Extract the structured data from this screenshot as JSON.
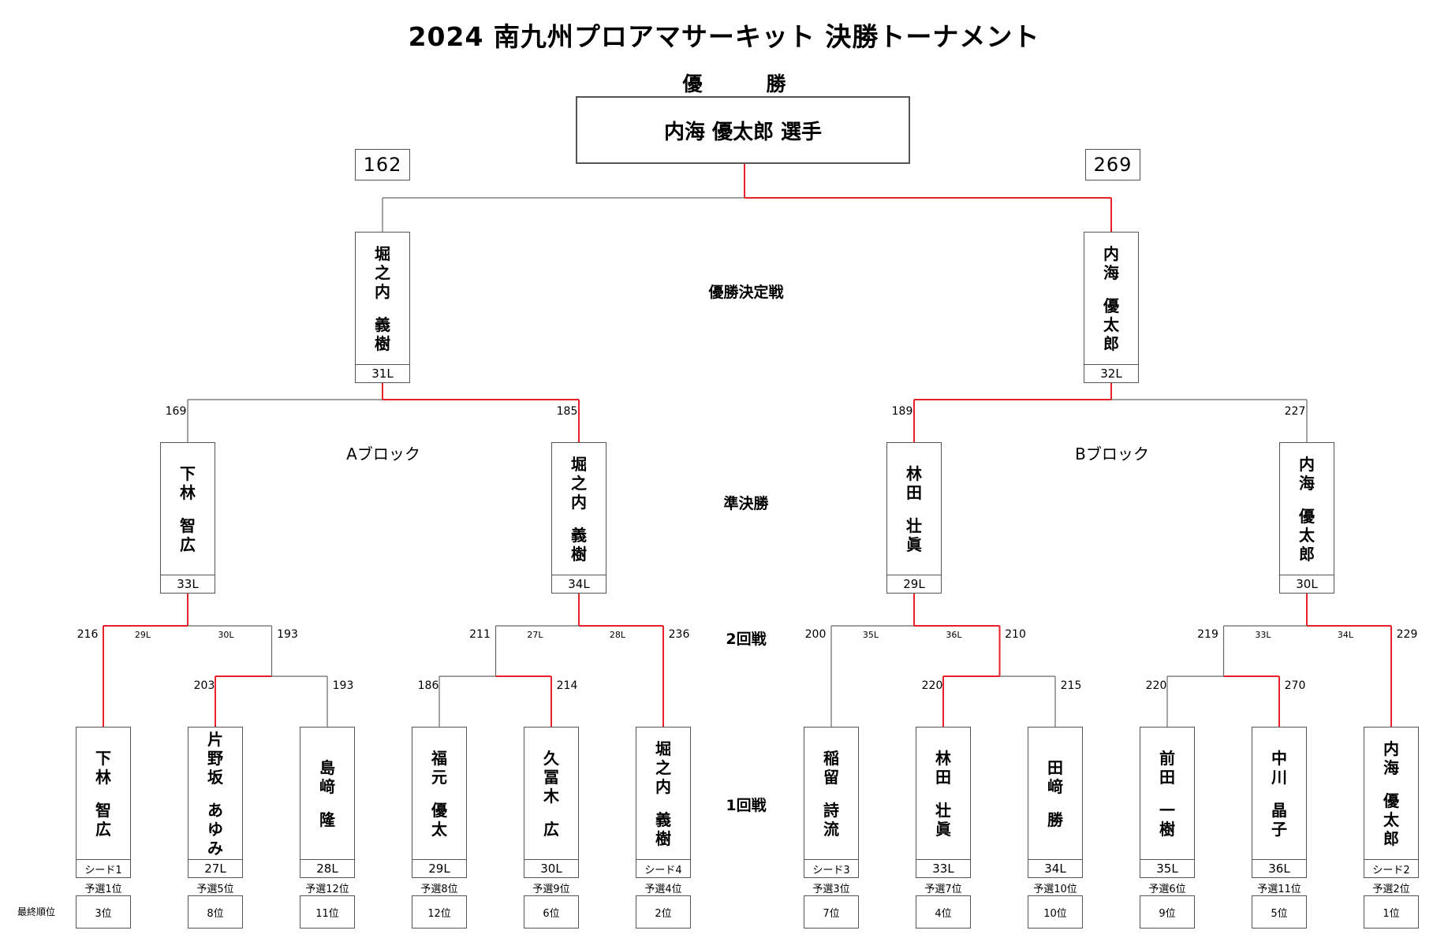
{
  "title": "2024  南九州プロアマサーキット  決勝トーナメント",
  "champion": {
    "label": "優　勝",
    "name": "内海  優太郎 選手",
    "left_score": "162",
    "right_score": "269"
  },
  "rounds": {
    "final": "優勝決定戦",
    "semi": "準決勝",
    "second": "2回戦",
    "first": "1回戦"
  },
  "blocks": {
    "a": "Aブロック",
    "b": "Bブロック"
  },
  "finalists": [
    {
      "name": [
        "堀",
        "之",
        "内",
        "",
        "義",
        "樹"
      ],
      "lane": "31L"
    },
    {
      "name": [
        "内",
        "海",
        "",
        "優",
        "太",
        "郎"
      ],
      "lane": "32L"
    }
  ],
  "semifinalists": [
    {
      "name": [
        "下",
        "林",
        "",
        "智",
        "広"
      ],
      "lane": "33L",
      "score": "169"
    },
    {
      "name": [
        "堀",
        "之",
        "内",
        "",
        "義",
        "樹"
      ],
      "lane": "34L",
      "score": "185"
    },
    {
      "name": [
        "林",
        "田",
        "",
        "壮",
        "眞"
      ],
      "lane": "29L",
      "score": "189"
    },
    {
      "name": [
        "内",
        "海",
        "",
        "優",
        "太",
        "郎"
      ],
      "lane": "30L",
      "score": "227"
    }
  ],
  "second_round": [
    {
      "lane_left": "29L",
      "lane_right": "30L",
      "score_left": "216",
      "score_right": "193"
    },
    {
      "lane_left": "27L",
      "lane_right": "28L",
      "score_left": "211",
      "score_right": "236"
    },
    {
      "lane_left": "35L",
      "lane_right": "36L",
      "score_left": "200",
      "score_right": "210"
    },
    {
      "lane_left": "33L",
      "lane_right": "34L",
      "score_left": "219",
      "score_right": "229"
    }
  ],
  "first_round_scores": [
    {
      "left": "203",
      "right": "193"
    },
    {
      "left": "186",
      "right": "214"
    },
    {
      "left": "220",
      "right": "215"
    },
    {
      "left": "220",
      "right": "270"
    }
  ],
  "players": [
    {
      "name": [
        "下",
        "林",
        "",
        "智",
        "広"
      ],
      "lane": "シード1",
      "qualifier": "予選1位",
      "rank": "3位"
    },
    {
      "name": [
        "片",
        "野",
        "坂",
        "",
        "あ",
        "ゆ",
        "み"
      ],
      "lane": "27L",
      "qualifier": "予選5位",
      "rank": "8位"
    },
    {
      "name": [
        "島",
        "﨑",
        "",
        "隆"
      ],
      "lane": "28L",
      "qualifier": "予選12位",
      "rank": "11位"
    },
    {
      "name": [
        "福",
        "元",
        "",
        "優",
        "太"
      ],
      "lane": "29L",
      "qualifier": "予選8位",
      "rank": "12位"
    },
    {
      "name": [
        "久",
        "冨",
        "木",
        "",
        "広"
      ],
      "lane": "30L",
      "qualifier": "予選9位",
      "rank": "6位"
    },
    {
      "name": [
        "堀",
        "之",
        "内",
        "",
        "義",
        "樹"
      ],
      "lane": "シード4",
      "qualifier": "予選4位",
      "rank": "2位"
    },
    {
      "name": [
        "稲",
        "留",
        "",
        "詩",
        "流"
      ],
      "lane": "シード3",
      "qualifier": "予選3位",
      "rank": "7位"
    },
    {
      "name": [
        "林",
        "田",
        "",
        "壮",
        "眞"
      ],
      "lane": "33L",
      "qualifier": "予選7位",
      "rank": "4位"
    },
    {
      "name": [
        "田",
        "﨑",
        "",
        "勝"
      ],
      "lane": "34L",
      "qualifier": "予選10位",
      "rank": "10位"
    },
    {
      "name": [
        "前",
        "田",
        "",
        "一",
        "樹"
      ],
      "lane": "35L",
      "qualifier": "予選6位",
      "rank": "9位"
    },
    {
      "name": [
        "中",
        "川",
        "",
        "晶",
        "子"
      ],
      "lane": "36L",
      "qualifier": "予選11位",
      "rank": "5位"
    },
    {
      "name": [
        "内",
        "海",
        "",
        "優",
        "太",
        "郎"
      ],
      "lane": "シード2",
      "qualifier": "予選2位",
      "rank": "1位"
    }
  ],
  "final_rank_label": "最終順位",
  "colors": {
    "winner_line": "#e8202a",
    "loser_line": "#666666",
    "border": "#555555"
  }
}
